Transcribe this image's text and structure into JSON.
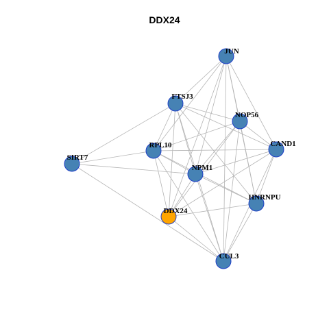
{
  "title": "DDX24",
  "colors": {
    "node_default": "#4682b4",
    "node_highlight": "#ffa500",
    "node_border": "#1f3fc8",
    "edge": "#b4b4b4"
  },
  "nodes": [
    {
      "id": "JUN",
      "label": "JUN",
      "highlight": false
    },
    {
      "id": "FTSJ3",
      "label": "FTSJ3",
      "highlight": false
    },
    {
      "id": "NOP56",
      "label": "NOP56",
      "highlight": false
    },
    {
      "id": "CAND1",
      "label": "CAND1",
      "highlight": false
    },
    {
      "id": "RPL10",
      "label": "RPL10",
      "highlight": false
    },
    {
      "id": "SIRT7",
      "label": "SIRT7",
      "highlight": false
    },
    {
      "id": "NPM1",
      "label": "NPM1",
      "highlight": false
    },
    {
      "id": "HNRNPU",
      "label": "HNRNPU",
      "highlight": false
    },
    {
      "id": "DDX24",
      "label": "DDX24",
      "highlight": true
    },
    {
      "id": "CUL3",
      "label": "CUL3",
      "highlight": false
    }
  ],
  "edges": [
    [
      "JUN",
      "FTSJ3"
    ],
    [
      "JUN",
      "NOP56"
    ],
    [
      "JUN",
      "CAND1"
    ],
    [
      "JUN",
      "RPL10"
    ],
    [
      "JUN",
      "NPM1"
    ],
    [
      "JUN",
      "HNRNPU"
    ],
    [
      "JUN",
      "CUL3"
    ],
    [
      "JUN",
      "DDX24"
    ],
    [
      "FTSJ3",
      "NOP56"
    ],
    [
      "FTSJ3",
      "CAND1"
    ],
    [
      "FTSJ3",
      "RPL10"
    ],
    [
      "FTSJ3",
      "SIRT7"
    ],
    [
      "FTSJ3",
      "NPM1"
    ],
    [
      "FTSJ3",
      "HNRNPU"
    ],
    [
      "FTSJ3",
      "CUL3"
    ],
    [
      "FTSJ3",
      "DDX24"
    ],
    [
      "NOP56",
      "CAND1"
    ],
    [
      "NOP56",
      "RPL10"
    ],
    [
      "NOP56",
      "NPM1"
    ],
    [
      "NOP56",
      "HNRNPU"
    ],
    [
      "NOP56",
      "CUL3"
    ],
    [
      "NOP56",
      "DDX24"
    ],
    [
      "CAND1",
      "RPL10"
    ],
    [
      "CAND1",
      "NPM1"
    ],
    [
      "CAND1",
      "HNRNPU"
    ],
    [
      "CAND1",
      "CUL3"
    ],
    [
      "CAND1",
      "DDX24"
    ],
    [
      "RPL10",
      "SIRT7"
    ],
    [
      "RPL10",
      "NPM1"
    ],
    [
      "RPL10",
      "HNRNPU"
    ],
    [
      "RPL10",
      "CUL3"
    ],
    [
      "RPL10",
      "DDX24"
    ],
    [
      "SIRT7",
      "NPM1"
    ],
    [
      "SIRT7",
      "CUL3"
    ],
    [
      "NPM1",
      "HNRNPU"
    ],
    [
      "NPM1",
      "CUL3"
    ],
    [
      "NPM1",
      "DDX24"
    ],
    [
      "HNRNPU",
      "CUL3"
    ],
    [
      "HNRNPU",
      "DDX24"
    ],
    [
      "DDX24",
      "CUL3"
    ]
  ]
}
